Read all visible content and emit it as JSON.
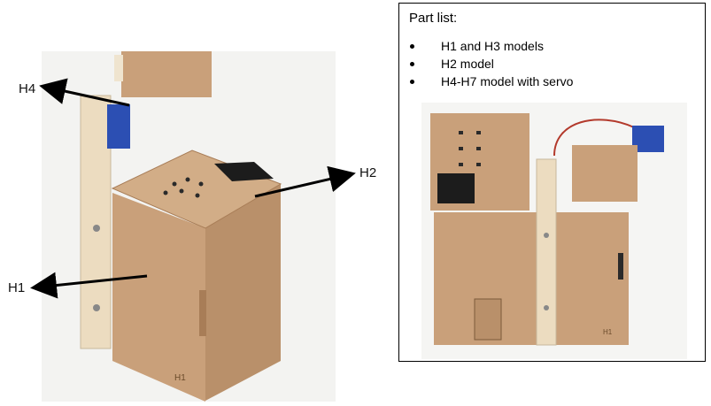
{
  "labels": {
    "h4": "H4",
    "h2": "H2",
    "h1": "H1"
  },
  "parts": {
    "title": "Part list:",
    "items": [
      "H1 and H3 models",
      "H2 model",
      "H4-H7 model with servo"
    ]
  },
  "photo_markings": {
    "box_face": "H1",
    "sheet_corner": "H1"
  },
  "colors": {
    "cardboard": "#c9a07a",
    "cardboard_dark": "#a87d57",
    "wood": "#ecdcc0",
    "servo": "#2c4fb3",
    "sensor": "#1c1c1c"
  }
}
